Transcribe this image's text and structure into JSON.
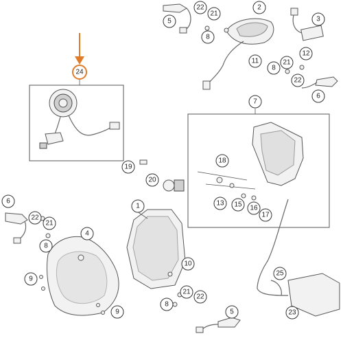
{
  "diagram": {
    "callouts": {
      "c1": "1",
      "c2": "2",
      "c3": "3",
      "c4": "4",
      "c5a": "5",
      "c5b": "5",
      "c6a": "6",
      "c6b": "6",
      "c7": "7",
      "c8a": "8",
      "c8b": "8",
      "c8c": "8",
      "c8d": "8",
      "c9a": "9",
      "c9b": "9",
      "c10": "10",
      "c11": "11",
      "c12": "12",
      "c13": "13",
      "c15": "15",
      "c16": "16",
      "c17": "17",
      "c18": "18",
      "c19": "19",
      "c20": "20",
      "c21a": "21",
      "c21b": "21",
      "c21c": "21",
      "c21d": "21",
      "c22a": "22",
      "c22b": "22",
      "c22c": "22",
      "c22d": "22",
      "c23": "23",
      "c24": "24",
      "c25": "25"
    },
    "colors": {
      "highlight": "#e07b2a",
      "line": "#555555"
    }
  }
}
